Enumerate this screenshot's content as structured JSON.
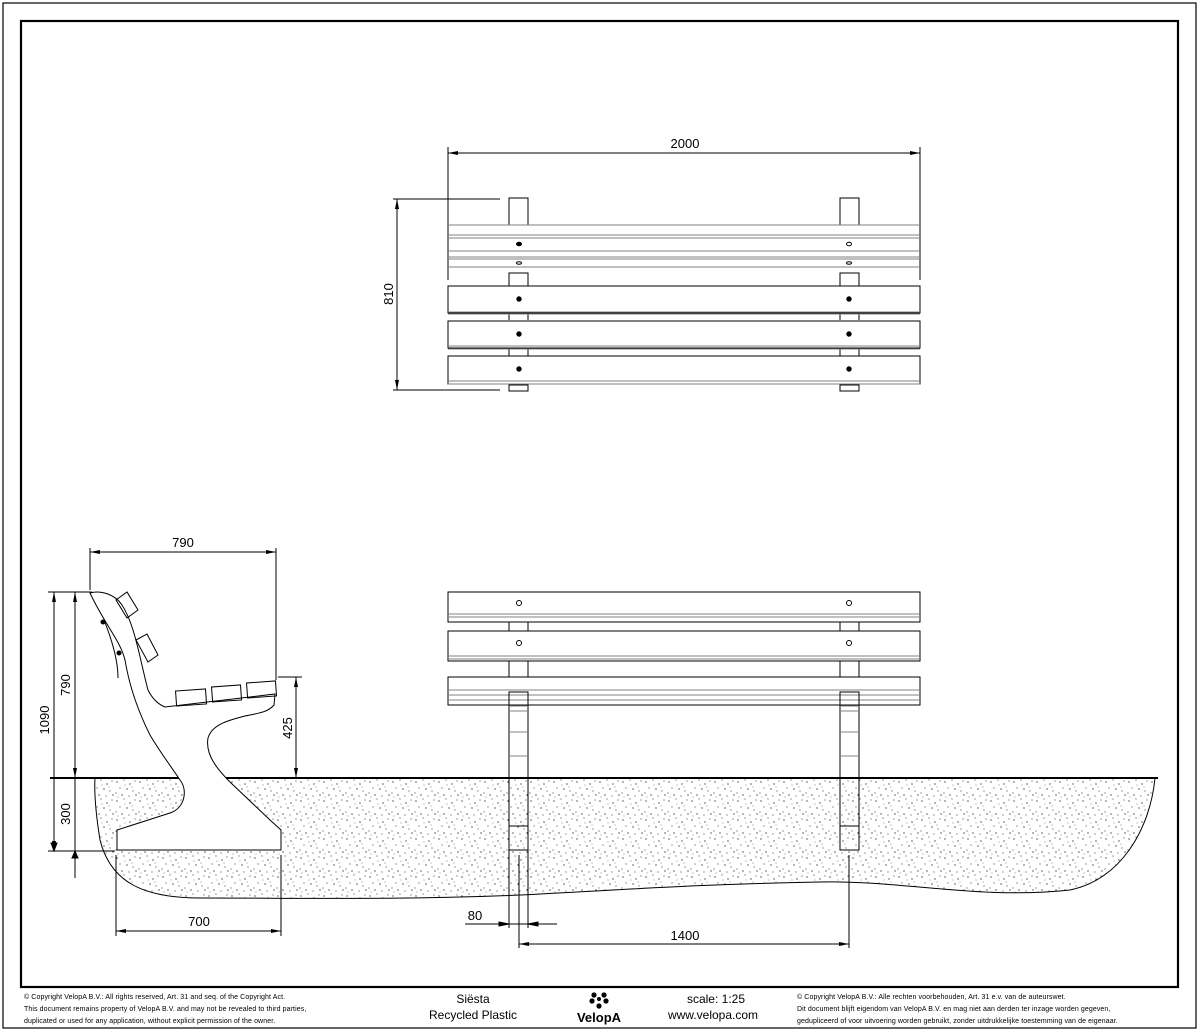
{
  "drawing": {
    "product_name": "Siësta",
    "material": "Recycled Plastic",
    "scale": "scale: 1:25",
    "website": "www.velopa.com",
    "brand": "VelopA",
    "logo_icon": "velopa-flower-logo"
  },
  "views": {
    "top_view": {
      "width_dim": "2000",
      "depth_dim": "810"
    },
    "side_view": {
      "depth_dim": "790",
      "total_height_dim": "1090",
      "backrest_height_dim": "790",
      "seat_height_dim": "425",
      "embed_depth_dim": "300",
      "footing_width_dim": "700"
    },
    "front_view": {
      "post_width_dim": "80",
      "post_spacing_dim": "1400"
    }
  },
  "footer": {
    "copyright_en": [
      "© Copyright VelopA B.V.: All rights reserved, Art. 31 and seq. of the Copyright Act.",
      "This document remains property of VelopA B.V. and may not be revealed to third parties,",
      "duplicated or used for any application, without explicit permission of the owner."
    ],
    "copyright_nl": [
      "© Copyright VelopA B.V.: Alle rechten voorbehouden, Art. 31 e.v. van de auteurswet.",
      "Dit document blijft eigendom van VelopA B.V. en mag niet aan derden ter inzage worden gegeven,",
      "gedupliceerd of voor uitvoering worden gebruikt, zonder uitdrukkelijke toestemming van de eigenaar."
    ]
  },
  "colors": {
    "line": "#000000",
    "groove": "#808080",
    "background": "#ffffff"
  }
}
